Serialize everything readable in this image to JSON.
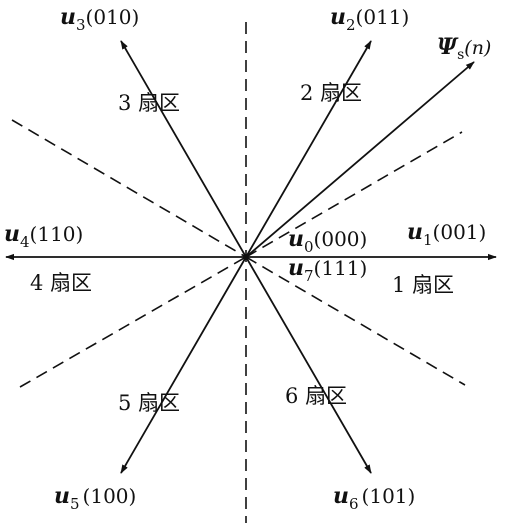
{
  "vectors": {
    "u1": {
      "name": "u",
      "sub": "1",
      "code": "(001)"
    },
    "u2": {
      "name": "u",
      "sub": "2",
      "code": "(011)"
    },
    "u3": {
      "name": "u",
      "sub": "3",
      "code": "(010)"
    },
    "u4": {
      "name": "u",
      "sub": "4",
      "code": "(110)"
    },
    "u5": {
      "name": "u",
      "sub": "5",
      "code": "(100)"
    },
    "u6": {
      "name": "u",
      "sub": "6",
      "code": "(101)"
    },
    "u0": {
      "name": "u",
      "sub": "0",
      "code": "(000)"
    },
    "u7": {
      "name": "u",
      "sub": "7",
      "code": "(111)"
    }
  },
  "flux": {
    "name": "Ψ",
    "sub": "s",
    "arg": "(n)"
  },
  "sectors": {
    "s1": "1 扇区",
    "s2": "2 扇区",
    "s3": "3 扇区",
    "s4": "4 扇区",
    "s5": "5 扇区",
    "s6": "6 扇区"
  },
  "colors": {
    "ink": "#111111",
    "background": "#ffffff"
  }
}
